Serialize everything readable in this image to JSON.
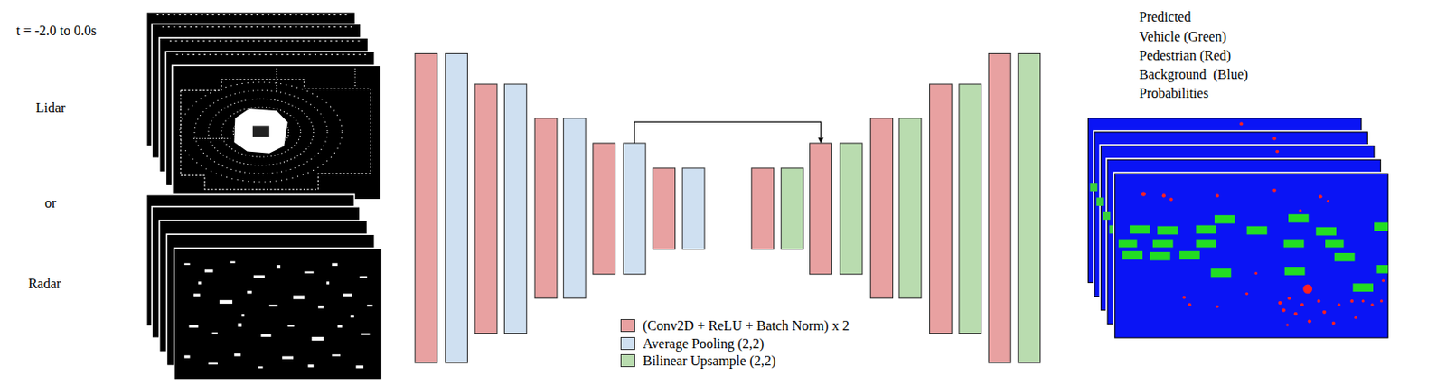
{
  "diagram": {
    "labels": [
      "t = -2.0 to 0.0s",
      "Lidar",
      "or",
      "Radar",
      "Predicted",
      "Vehicle (Green)",
      "Pedestrian (Red)",
      "Background  (Blue)",
      "Probabilities"
    ],
    "legend": [
      {
        "text": "(Conv2D + ReLU + Batch Norm) x 2",
        "color": "#e8a1a1"
      },
      {
        "text": "Average Pooling (2,2)",
        "color": "#cfe0f1"
      },
      {
        "text": "Bilinear Upsample (2,2)",
        "color": "#b9dcaf"
      }
    ]
  }
}
